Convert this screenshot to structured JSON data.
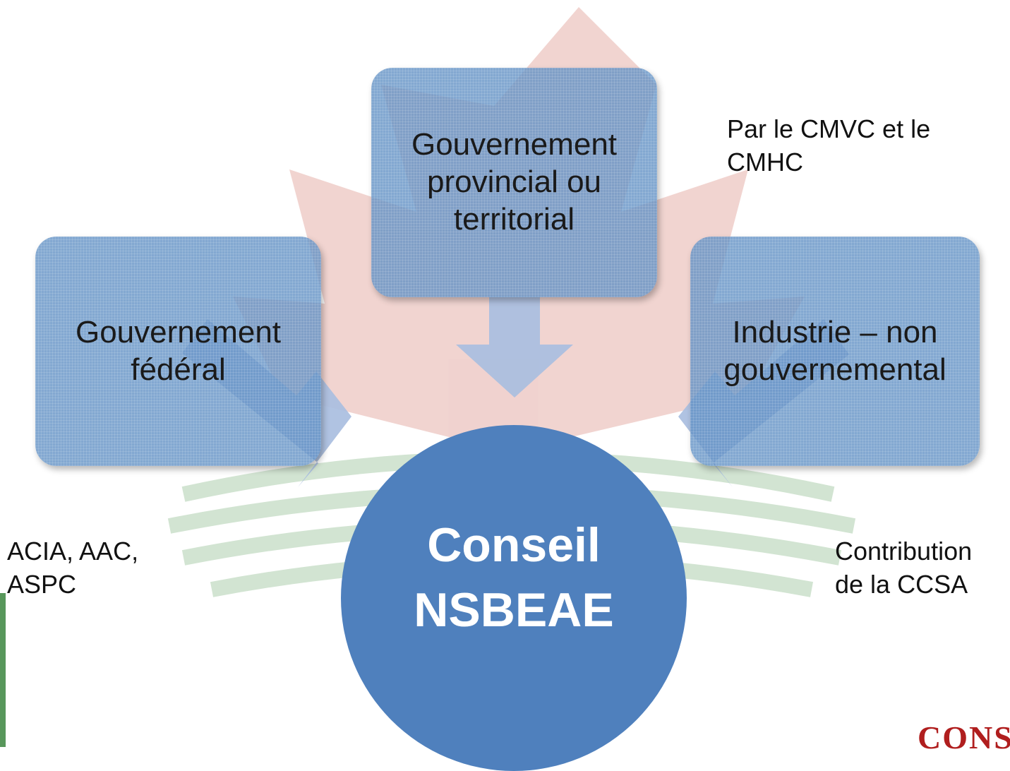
{
  "boxes": {
    "provincial": [
      "Gouvernement",
      "provincial ou",
      "territorial"
    ],
    "federal": [
      "Gouvernement",
      "fédéral"
    ],
    "industry": [
      "Industrie – non",
      "gouvernemental"
    ]
  },
  "notes": {
    "provincial": [
      "Par le CMVC et le",
      "CMHC"
    ],
    "federal": [
      "ACIA, AAC,",
      "ASPC"
    ],
    "industry": [
      "Contribution",
      "de la CCSA"
    ]
  },
  "center": [
    "Conseil",
    "NSBEAE"
  ],
  "logo": "CONSE",
  "colors": {
    "box_fill": "#6090c4",
    "arrow_fill": "#a9bedf",
    "center_fill": "#4f80bd",
    "maple_red": "#c0392b",
    "stripe_green": "#7fb57f",
    "logo_red": "#b01e1e"
  }
}
